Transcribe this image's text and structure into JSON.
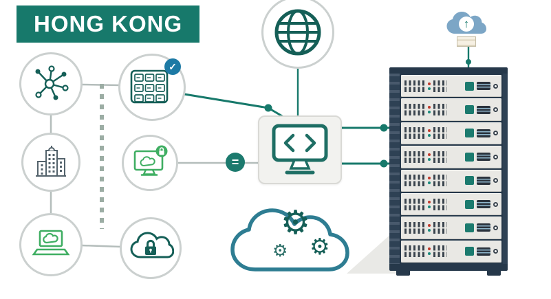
{
  "banner": {
    "title": "HONG KONG"
  },
  "glyphs": {
    "equals": "=",
    "gear": "⚙",
    "check": "✓",
    "arrow_up": "↑"
  },
  "colors": {
    "banner_bg": "#17796b",
    "teal": "#155f57",
    "teal_line": "#17796b",
    "green": "#3fae62",
    "badge_blue": "#1d7aa5",
    "cloud_blue": "#7ca6c6",
    "cloud_outline": "#2e7d92",
    "gray_line": "#b4bdbb",
    "rack_frame": "#26384a",
    "rack_face": "#e9e8e4"
  },
  "rack": {
    "unit_count": 8
  },
  "diagram": {
    "nodes": [
      {
        "id": "network",
        "icon": "network-nodes-icon"
      },
      {
        "id": "buildings",
        "icon": "city-buildings-icon"
      },
      {
        "id": "laptop-cloud",
        "icon": "laptop-cloud-icon"
      },
      {
        "id": "server-grid",
        "icon": "server-grid-check-icon"
      },
      {
        "id": "monitor-cloud",
        "icon": "monitor-cloud-lock-icon"
      },
      {
        "id": "cloud-lock",
        "icon": "cloud-lock-icon"
      },
      {
        "id": "globe",
        "icon": "globe-icon"
      },
      {
        "id": "code-monitor",
        "icon": "code-monitor-icon"
      },
      {
        "id": "equals-badge",
        "icon": "equals-badge-icon"
      },
      {
        "id": "cloud-gears",
        "icon": "cloud-gears-icon"
      },
      {
        "id": "cloud-upload",
        "icon": "cloud-upload-icon"
      },
      {
        "id": "server-rack",
        "icon": "server-rack"
      }
    ],
    "connections": [
      [
        "network",
        "server-grid"
      ],
      [
        "network",
        "buildings"
      ],
      [
        "buildings",
        "laptop-cloud"
      ],
      [
        "laptop-cloud",
        "cloud-lock"
      ],
      [
        "server-grid",
        "code-monitor"
      ],
      [
        "monitor-cloud",
        "equals-badge"
      ],
      [
        "equals-badge",
        "code-monitor"
      ],
      [
        "globe",
        "code-monitor"
      ],
      [
        "code-monitor",
        "server-rack"
      ],
      [
        "code-monitor",
        "server-rack"
      ],
      [
        "cloud-upload",
        "server-rack"
      ]
    ]
  }
}
